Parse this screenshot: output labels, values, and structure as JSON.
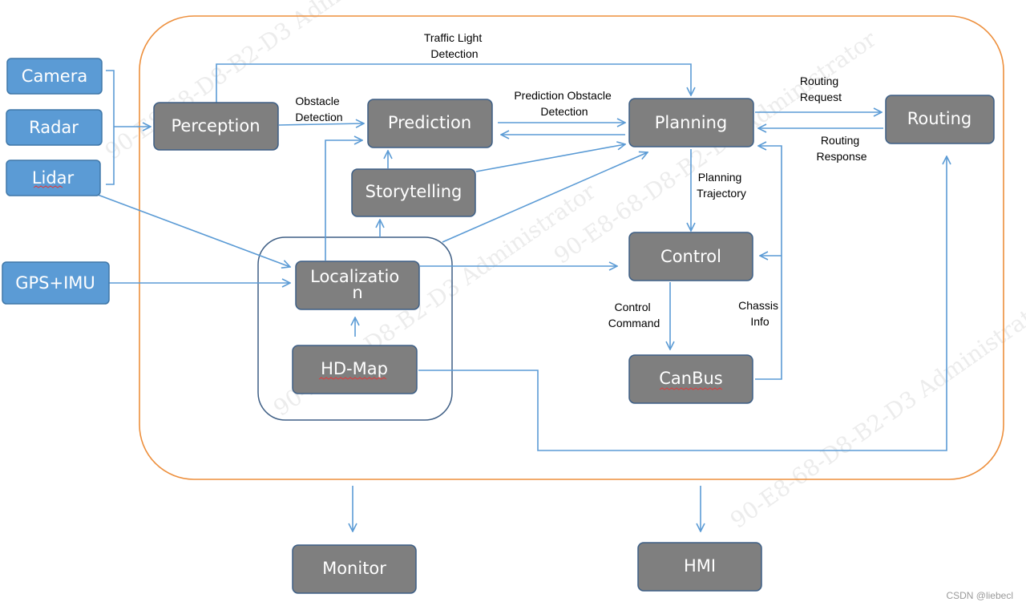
{
  "modules": {
    "camera": "Camera",
    "radar": "Radar",
    "lidar": "Lidar",
    "gps_imu": "GPS+IMU",
    "perception": "Perception",
    "prediction": "Prediction",
    "storytelling": "Storytelling",
    "planning": "Planning",
    "routing": "Routing",
    "control": "Control",
    "localization_line1": "Localizatio",
    "localization_line2": "n",
    "hd_map": "HD-Map",
    "canbus": "CanBus",
    "monitor": "Monitor",
    "hmi": "HMI"
  },
  "edges": {
    "traffic_light_1": "Traffic Light",
    "traffic_light_2": "Detection",
    "obstacle_1": "Obstacle",
    "obstacle_2": "Detection",
    "prediction_obstacle_1": "Prediction Obstacle",
    "prediction_obstacle_2": "Detection",
    "routing_request_1": "Routing",
    "routing_request_2": "Request",
    "routing_response_1": "Routing",
    "routing_response_2": "Response",
    "planning_trajectory_1": "Planning",
    "planning_trajectory_2": "Trajectory",
    "control_command_1": "Control",
    "control_command_2": "Command",
    "chassis_info_1": "Chassis",
    "chassis_info_2": "Info"
  },
  "watermark": {
    "text": "90-E8-68-D8-B2-D3 Administrator"
  },
  "footer": {
    "credit": "CSDN @liebecl"
  },
  "colors": {
    "gray_box": "#7f7f7f",
    "blue_box": "#5b9bd5",
    "line": "#5b9bd5",
    "container_border": "#ed8f3c"
  }
}
